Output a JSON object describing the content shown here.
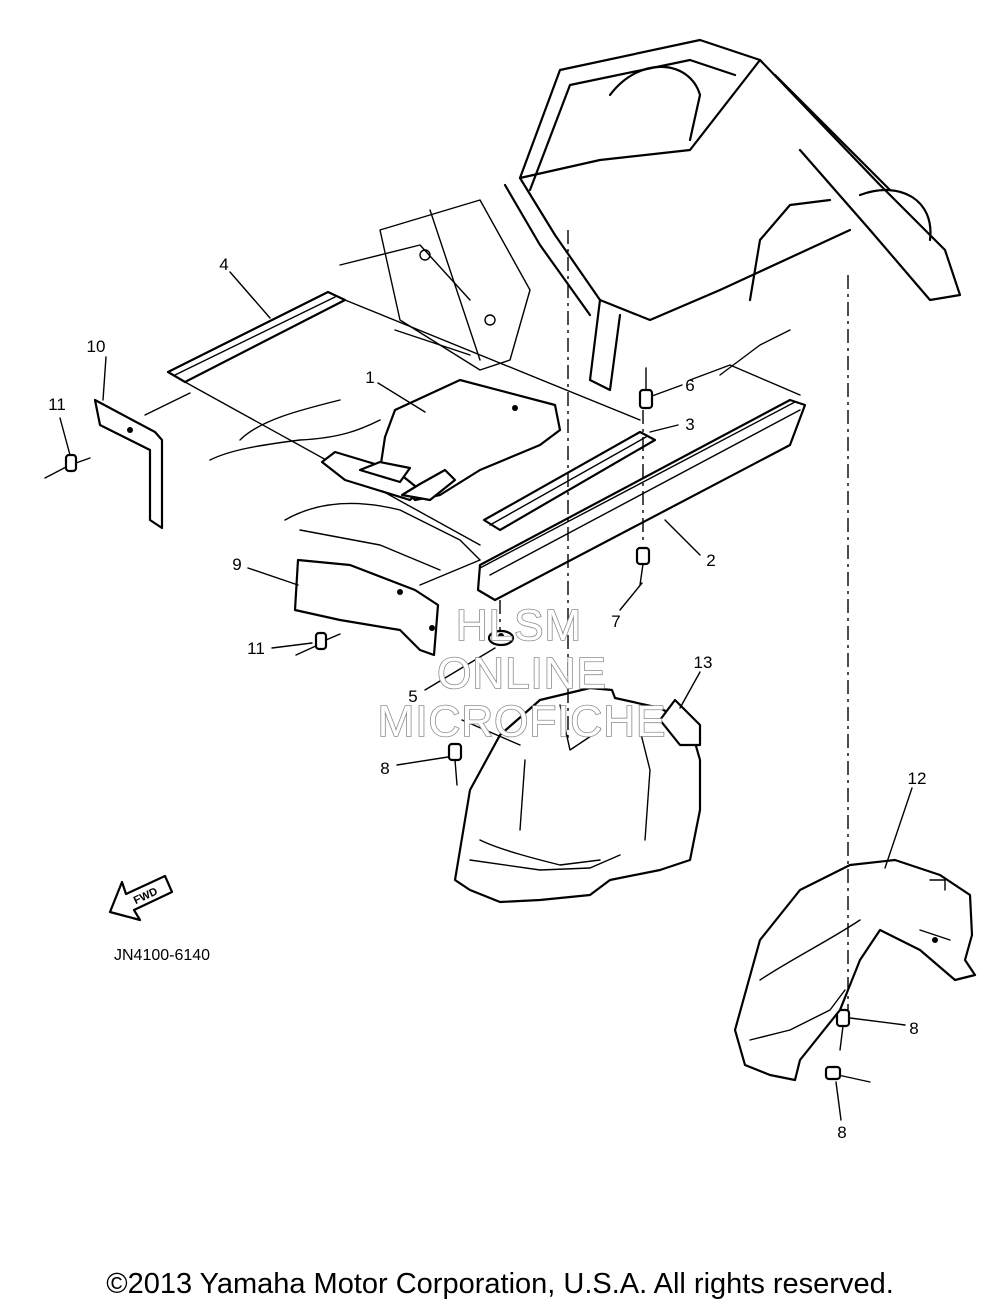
{
  "diagram": {
    "part_code": "JN4100-6140",
    "fwd_label": "FWD",
    "callouts": [
      "1",
      "2",
      "3",
      "4",
      "5",
      "6",
      "7",
      "8",
      "8",
      "8",
      "9",
      "10",
      "11",
      "11",
      "12",
      "13"
    ],
    "watermark": [
      "HLSM",
      "ONLINE",
      "MICROFICHE"
    ]
  },
  "footer": {
    "copyright": "©2013 Yamaha Motor Corporation, U.S.A. All rights reserved."
  }
}
